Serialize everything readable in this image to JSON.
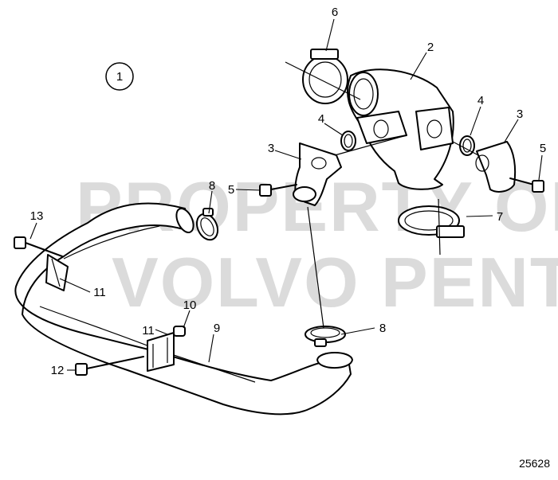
{
  "watermark": {
    "line1": "PROPERTY OF",
    "line2": "VOLVO PENTA"
  },
  "view_marker": "1",
  "figure_number": "25628",
  "callouts": {
    "c2": "2",
    "c3a": "3",
    "c3b": "3",
    "c4a": "4",
    "c4b": "4",
    "c5a": "5",
    "c5b": "5",
    "c6": "6",
    "c7": "7",
    "c8a": "8",
    "c8b": "8",
    "c9": "9",
    "c10": "10",
    "c11a": "11",
    "c11b": "11",
    "c12": "12",
    "c13": "13"
  }
}
